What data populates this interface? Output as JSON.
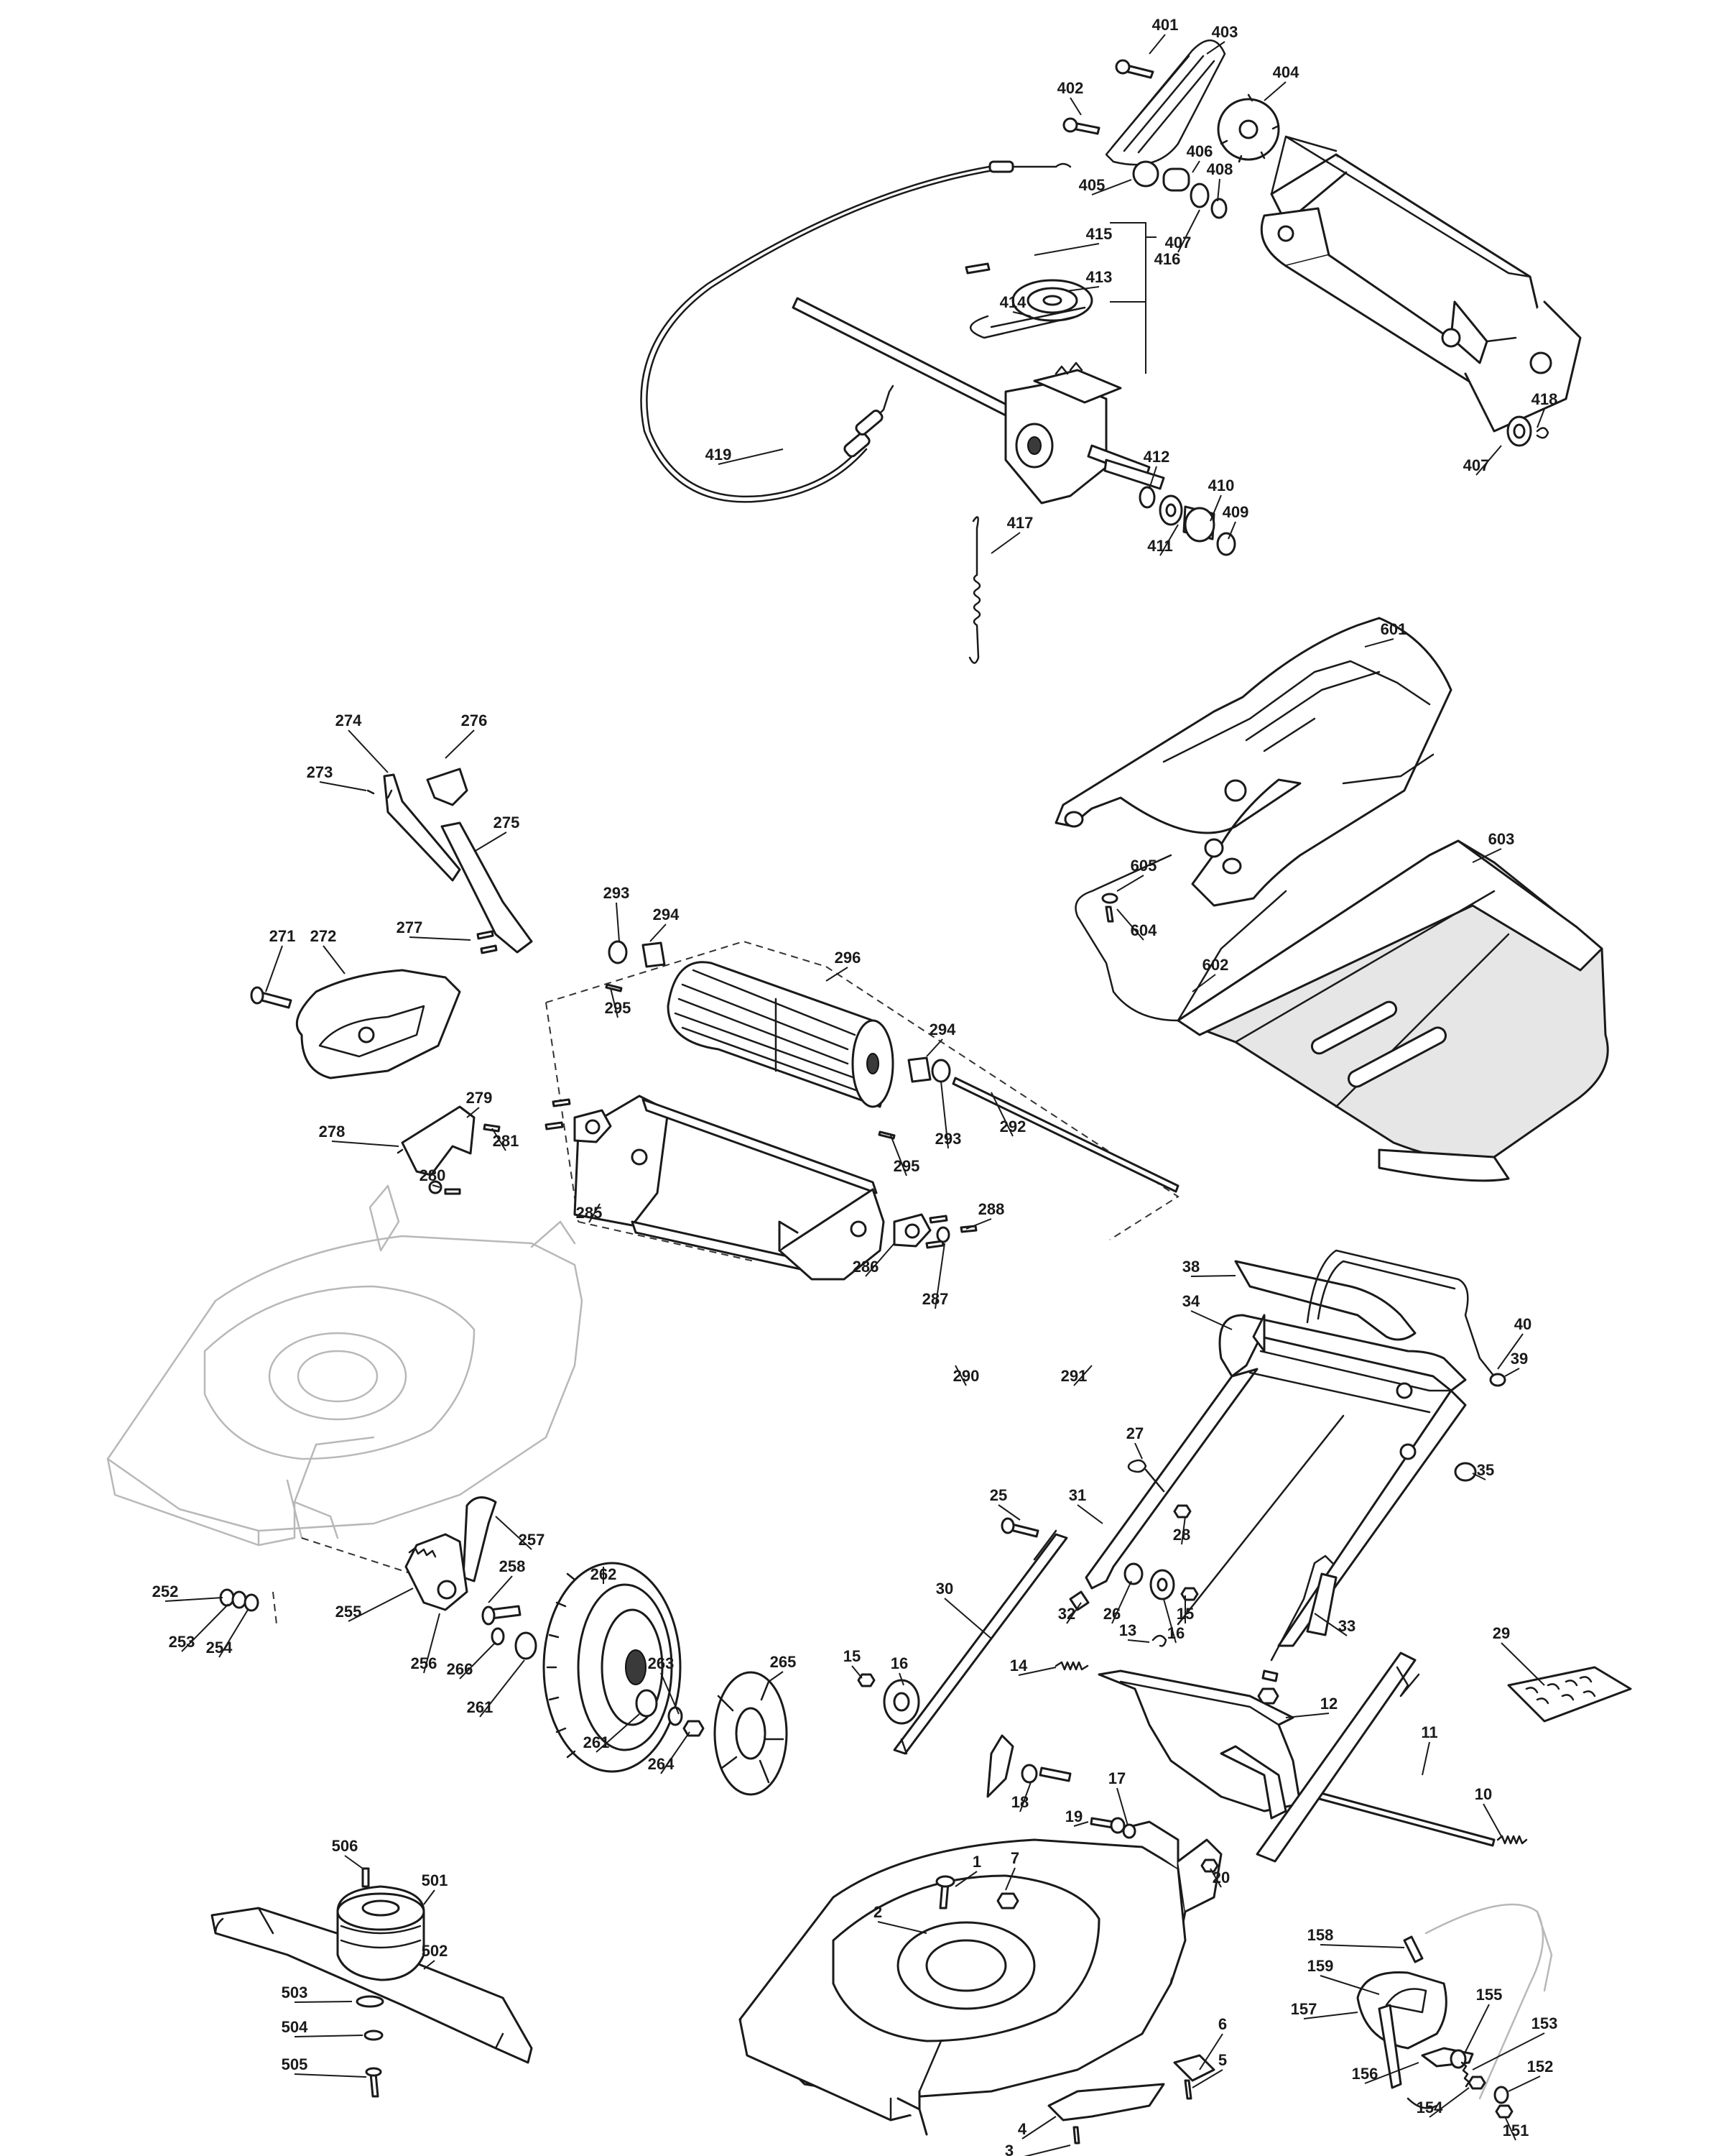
{
  "diagram": {
    "colors": {
      "line": "#1a1a1a",
      "ghost": "#b8b8b8",
      "shade": "#e6e6e6"
    },
    "callouts": [
      "401",
      "402",
      "403",
      "404",
      "405",
      "406",
      "407",
      "408",
      "415",
      "416",
      "413",
      "414",
      "419",
      "412",
      "410",
      "411",
      "409",
      "417",
      "418",
      "407",
      "601",
      "603",
      "605",
      "604",
      "602",
      "274",
      "276",
      "273",
      "275",
      "277",
      "271",
      "272",
      "279",
      "278",
      "281",
      "280",
      "293",
      "294",
      "296",
      "295",
      "294",
      "292",
      "293",
      "295",
      "285",
      "288",
      "286",
      "287",
      "290",
      "291",
      "38",
      "34",
      "40",
      "39",
      "27",
      "35",
      "25",
      "31",
      "28",
      "30",
      "32",
      "26",
      "16",
      "15",
      "15",
      "16",
      "13",
      "33",
      "14",
      "12",
      "29",
      "11",
      "10",
      "17",
      "18",
      "19",
      "20",
      "252",
      "253",
      "254",
      "257",
      "258",
      "255",
      "256",
      "262",
      "266",
      "261",
      "263",
      "265",
      "261",
      "264",
      "506",
      "501",
      "502",
      "503",
      "504",
      "505",
      "1",
      "7",
      "2",
      "6",
      "5",
      "4",
      "3",
      "158",
      "159",
      "157",
      "155",
      "153",
      "156",
      "154",
      "152",
      "151"
    ]
  }
}
